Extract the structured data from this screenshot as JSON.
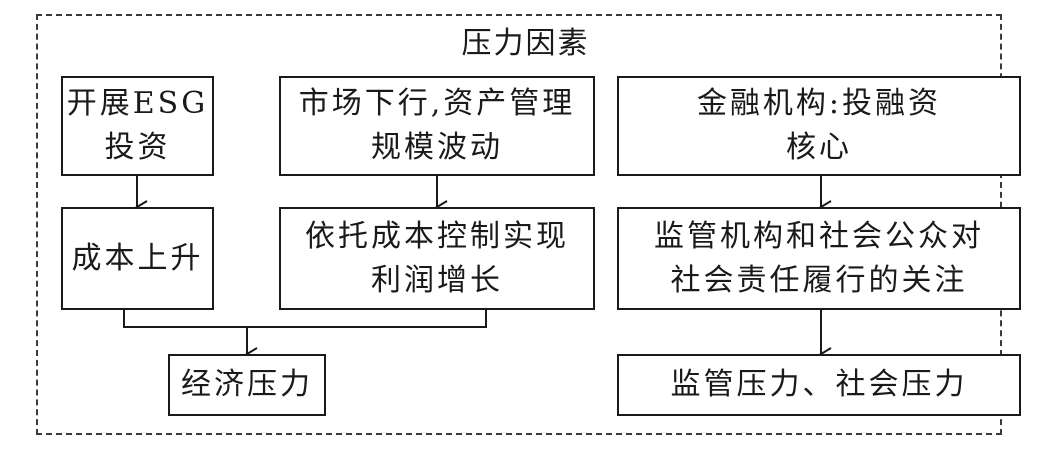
{
  "title": "压力因素",
  "columns": {
    "left": {
      "top": "开展ESG\n投资",
      "middle": "成本上升"
    },
    "center": {
      "top": "市场下行,资产管理\n规模波动",
      "middle": "依托成本控制实现\n利润增长"
    },
    "right": {
      "top": "金融机构:投融资\n核心",
      "middle": "监管机构和社会公众对\n社会责任履行的关注",
      "bottom": "监管压力、社会压力"
    }
  },
  "outcomes": {
    "economic": "经济压力"
  }
}
